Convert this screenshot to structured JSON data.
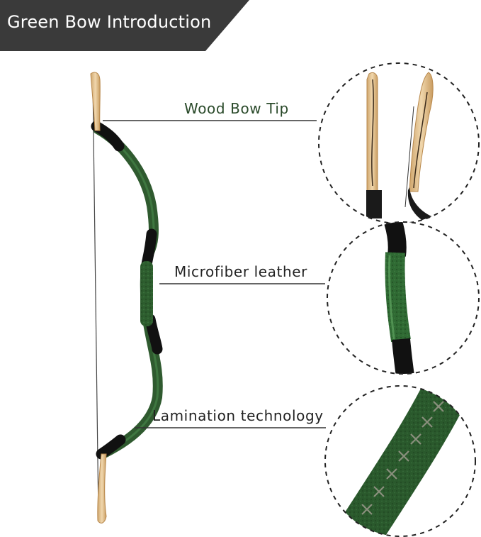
{
  "header": {
    "title": "Green Bow Introduction",
    "background_color": "#3a3a3a",
    "text_color": "#ffffff"
  },
  "features": [
    {
      "label": "Wood Bow Tip",
      "icon": "wood-bow-tip-detail"
    },
    {
      "label": "Microfiber leather",
      "icon": "microfiber-leather-detail"
    },
    {
      "label": "Lamination technology",
      "icon": "lamination-detail"
    }
  ],
  "colors": {
    "label_wood": "#2a4a2a",
    "label_dark": "#222222",
    "bow_green": "#2f5a2f",
    "bow_black": "#111111",
    "wood": "#e3c594",
    "callout_line": "#333333",
    "circle_border": "#222222"
  }
}
